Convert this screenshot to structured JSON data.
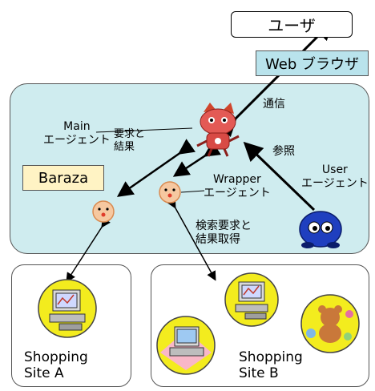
{
  "user": "ユーザ",
  "browser": "Web ブラウザ",
  "baraza": "Baraza",
  "main_agent": {
    "line1": "Main",
    "line2": "エージェント"
  },
  "request_result": {
    "line1": "要求と",
    "line2": "結果"
  },
  "wrapper_agent": {
    "line1": "Wrapper",
    "line2": "エージェント"
  },
  "user_agent": {
    "line1": "User",
    "line2": "エージェント"
  },
  "communication": "通信",
  "reference": "参照",
  "search": {
    "line1": "検索要求と",
    "line2": "結果取得"
  },
  "siteA": {
    "line1": "Shopping",
    "line2": "Site A"
  },
  "siteB": {
    "line1": "Shopping",
    "line2": "Site B"
  },
  "colors": {
    "platform": "#cfecef",
    "browser": "#b9e3ec",
    "baraza": "#fff3c4",
    "icon_yellow": "#f3ec1e",
    "agent_red": "#e35a55",
    "user_agent_blue": "#1f3fbf"
  }
}
